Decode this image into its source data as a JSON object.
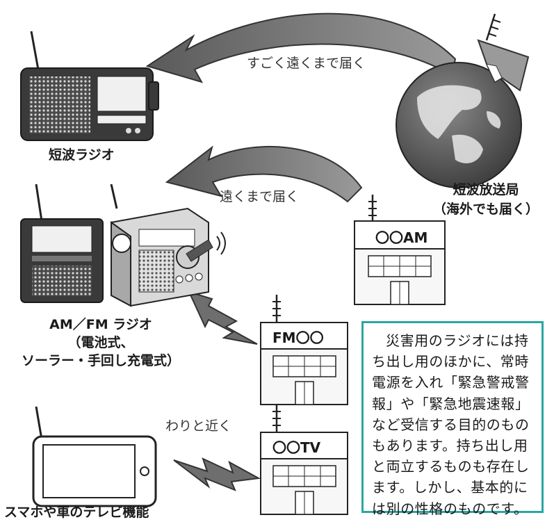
{
  "arrows": {
    "far": "すごく遠くまで届く",
    "medium": "遠くまで届く",
    "near": "わりと近く"
  },
  "devices": {
    "shortwave_radio": "短波ラジオ",
    "amfm_radio_line1": "AM／FM ラジオ",
    "amfm_radio_line2": "（電池式、",
    "amfm_radio_line3": "ソーラー・手回し充電式）",
    "smartphone": "スマホや車のテレビ機能"
  },
  "stations": {
    "shortwave_line1": "短波放送局",
    "shortwave_line2": "（海外でも届く）",
    "am": "〇〇AM",
    "fm": "FM〇〇",
    "tv": "〇〇TV"
  },
  "note": {
    "text": "災害用のラジオには持ち出し用のほかに、常時電源を入れ「緊急警戒警報」や「緊急地震速報」など受信する目的のものもあります。持ち出し用と両立するものも存在します。しかし、基本的には別の性格のものです。"
  },
  "colors": {
    "note_border": "#2aa6a1",
    "arrow_fill": "#6e6e6e",
    "device_dark": "#3a3a3a"
  }
}
